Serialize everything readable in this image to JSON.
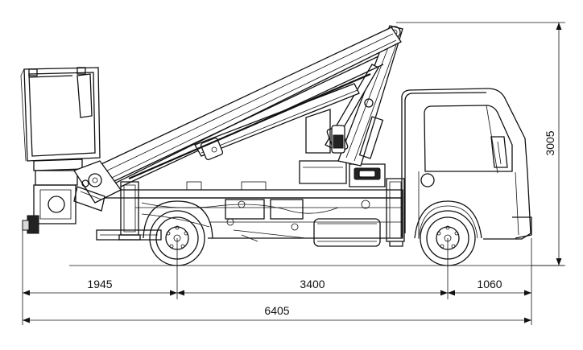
{
  "dimensions": {
    "front_overhang": "1945",
    "wheelbase": "3400",
    "rear_overhang": "1060",
    "overall_length": "6405",
    "overall_height": "3005"
  }
}
